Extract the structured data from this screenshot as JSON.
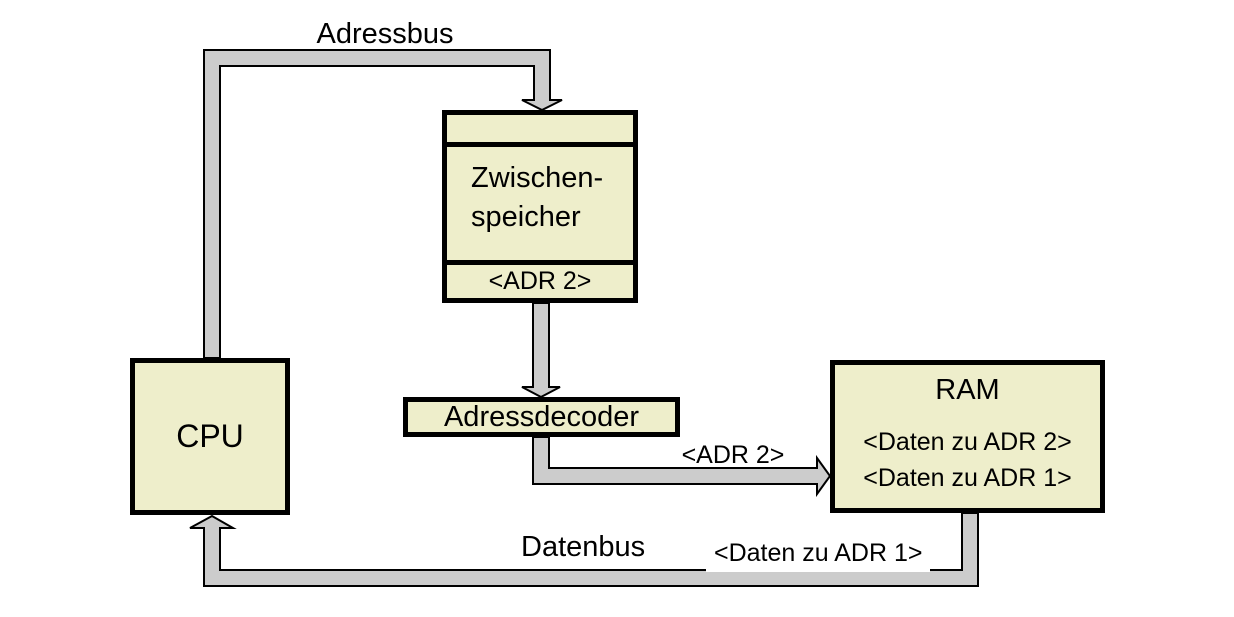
{
  "colors": {
    "background": "#ffffff",
    "node_fill": "#eeeecb",
    "node_border": "#000000",
    "bus_fill": "#cccccc",
    "bus_outline": "#000000"
  },
  "nodes": {
    "cpu": {
      "label": "CPU"
    },
    "buffer": {
      "line1": "Zwischen-",
      "line2": "speicher",
      "slot": "<ADR 2>"
    },
    "decoder": {
      "label": "Adressdecoder"
    },
    "ram": {
      "title": "RAM",
      "row1": "<Daten zu ADR 2>",
      "row2": "<Daten zu ADR 1>"
    }
  },
  "buses": {
    "address": {
      "label": "Adressbus"
    },
    "decoder_to_ram": {
      "tag": "<ADR 2>"
    },
    "data": {
      "label": "Datenbus",
      "tag": "<Daten zu ADR 1>"
    }
  }
}
